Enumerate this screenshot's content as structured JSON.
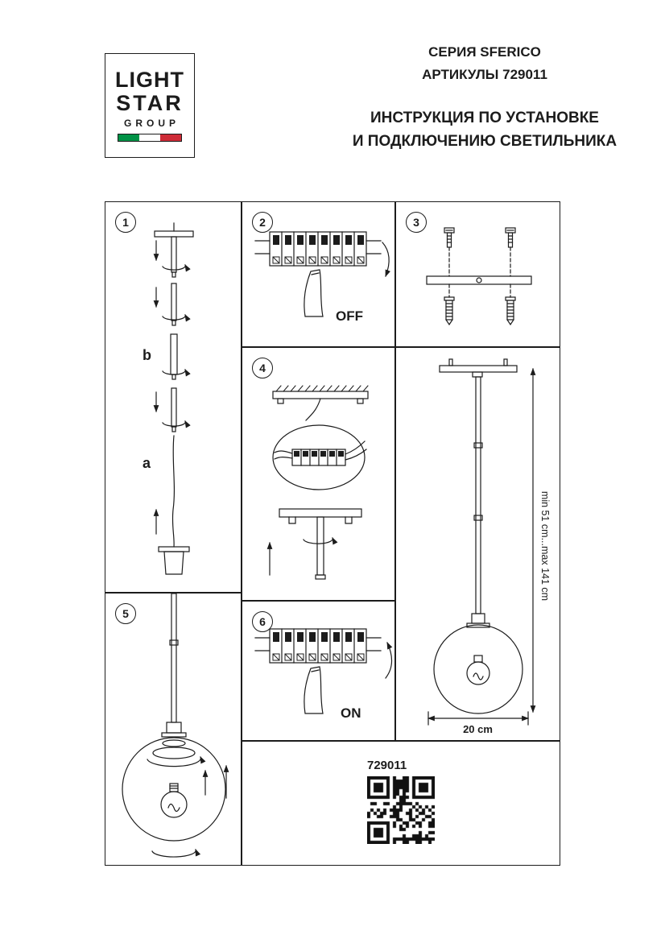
{
  "logo": {
    "line1": "LIGHT",
    "line2": "STAR",
    "line3": "GROUP",
    "flag_colors": [
      "#009246",
      "#ffffff",
      "#ce2b37"
    ]
  },
  "header": {
    "series": "СЕРИЯ SFERICO",
    "articles": "АРТИКУЛЫ 729011",
    "title_line1": "ИНСТРУКЦИЯ ПО УСТАНОВКЕ",
    "title_line2": "И ПОДКЛЮЧЕНИЮ СВЕТИЛЬНИКА"
  },
  "steps": {
    "step1": {
      "number": "1",
      "label_b": "b",
      "label_a": "a"
    },
    "step2": {
      "number": "2",
      "switch_label": "OFF"
    },
    "step3": {
      "number": "3"
    },
    "step4": {
      "number": "4"
    },
    "step5": {
      "number": "5"
    },
    "step6": {
      "number": "6",
      "switch_label": "ON"
    },
    "result": {
      "height_range": "min 51 cm...max 141 cm",
      "diameter": "20 cm"
    },
    "footer": {
      "article": "729011"
    }
  },
  "ink_color": "#1c1c1c"
}
